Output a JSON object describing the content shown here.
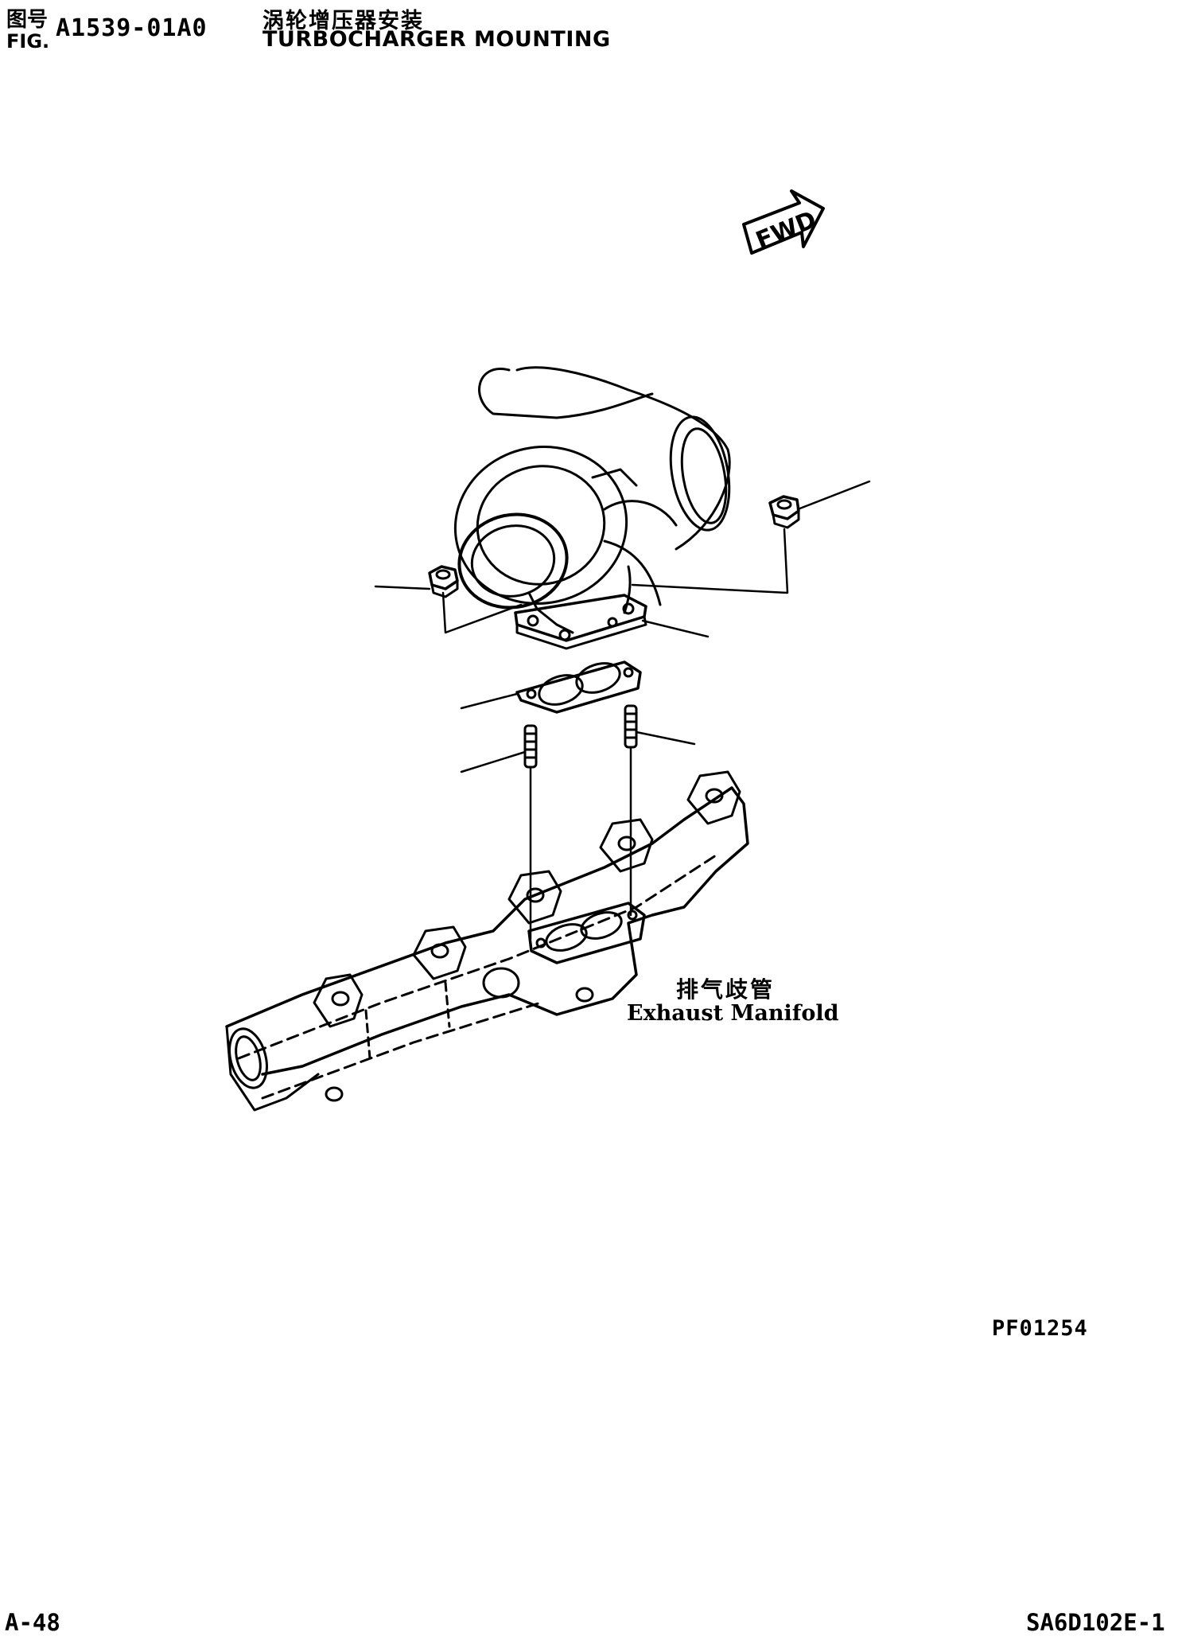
{
  "header": {
    "fig_label_cn": "图号",
    "fig_label_en": "FIG.",
    "fig_number": "A1539-01A0",
    "title_cn": "涡轮增压器安装",
    "title_en": "TURBOCHARGER MOUNTING"
  },
  "diagram": {
    "forward_arrow_label": "FWD",
    "manifold_label_cn": "排气歧管",
    "manifold_label_en": "Exhaust Manifold",
    "drawing_code": "PF01254"
  },
  "footer": {
    "page_number": "A-48",
    "model_code": "SA6D102E-1"
  }
}
